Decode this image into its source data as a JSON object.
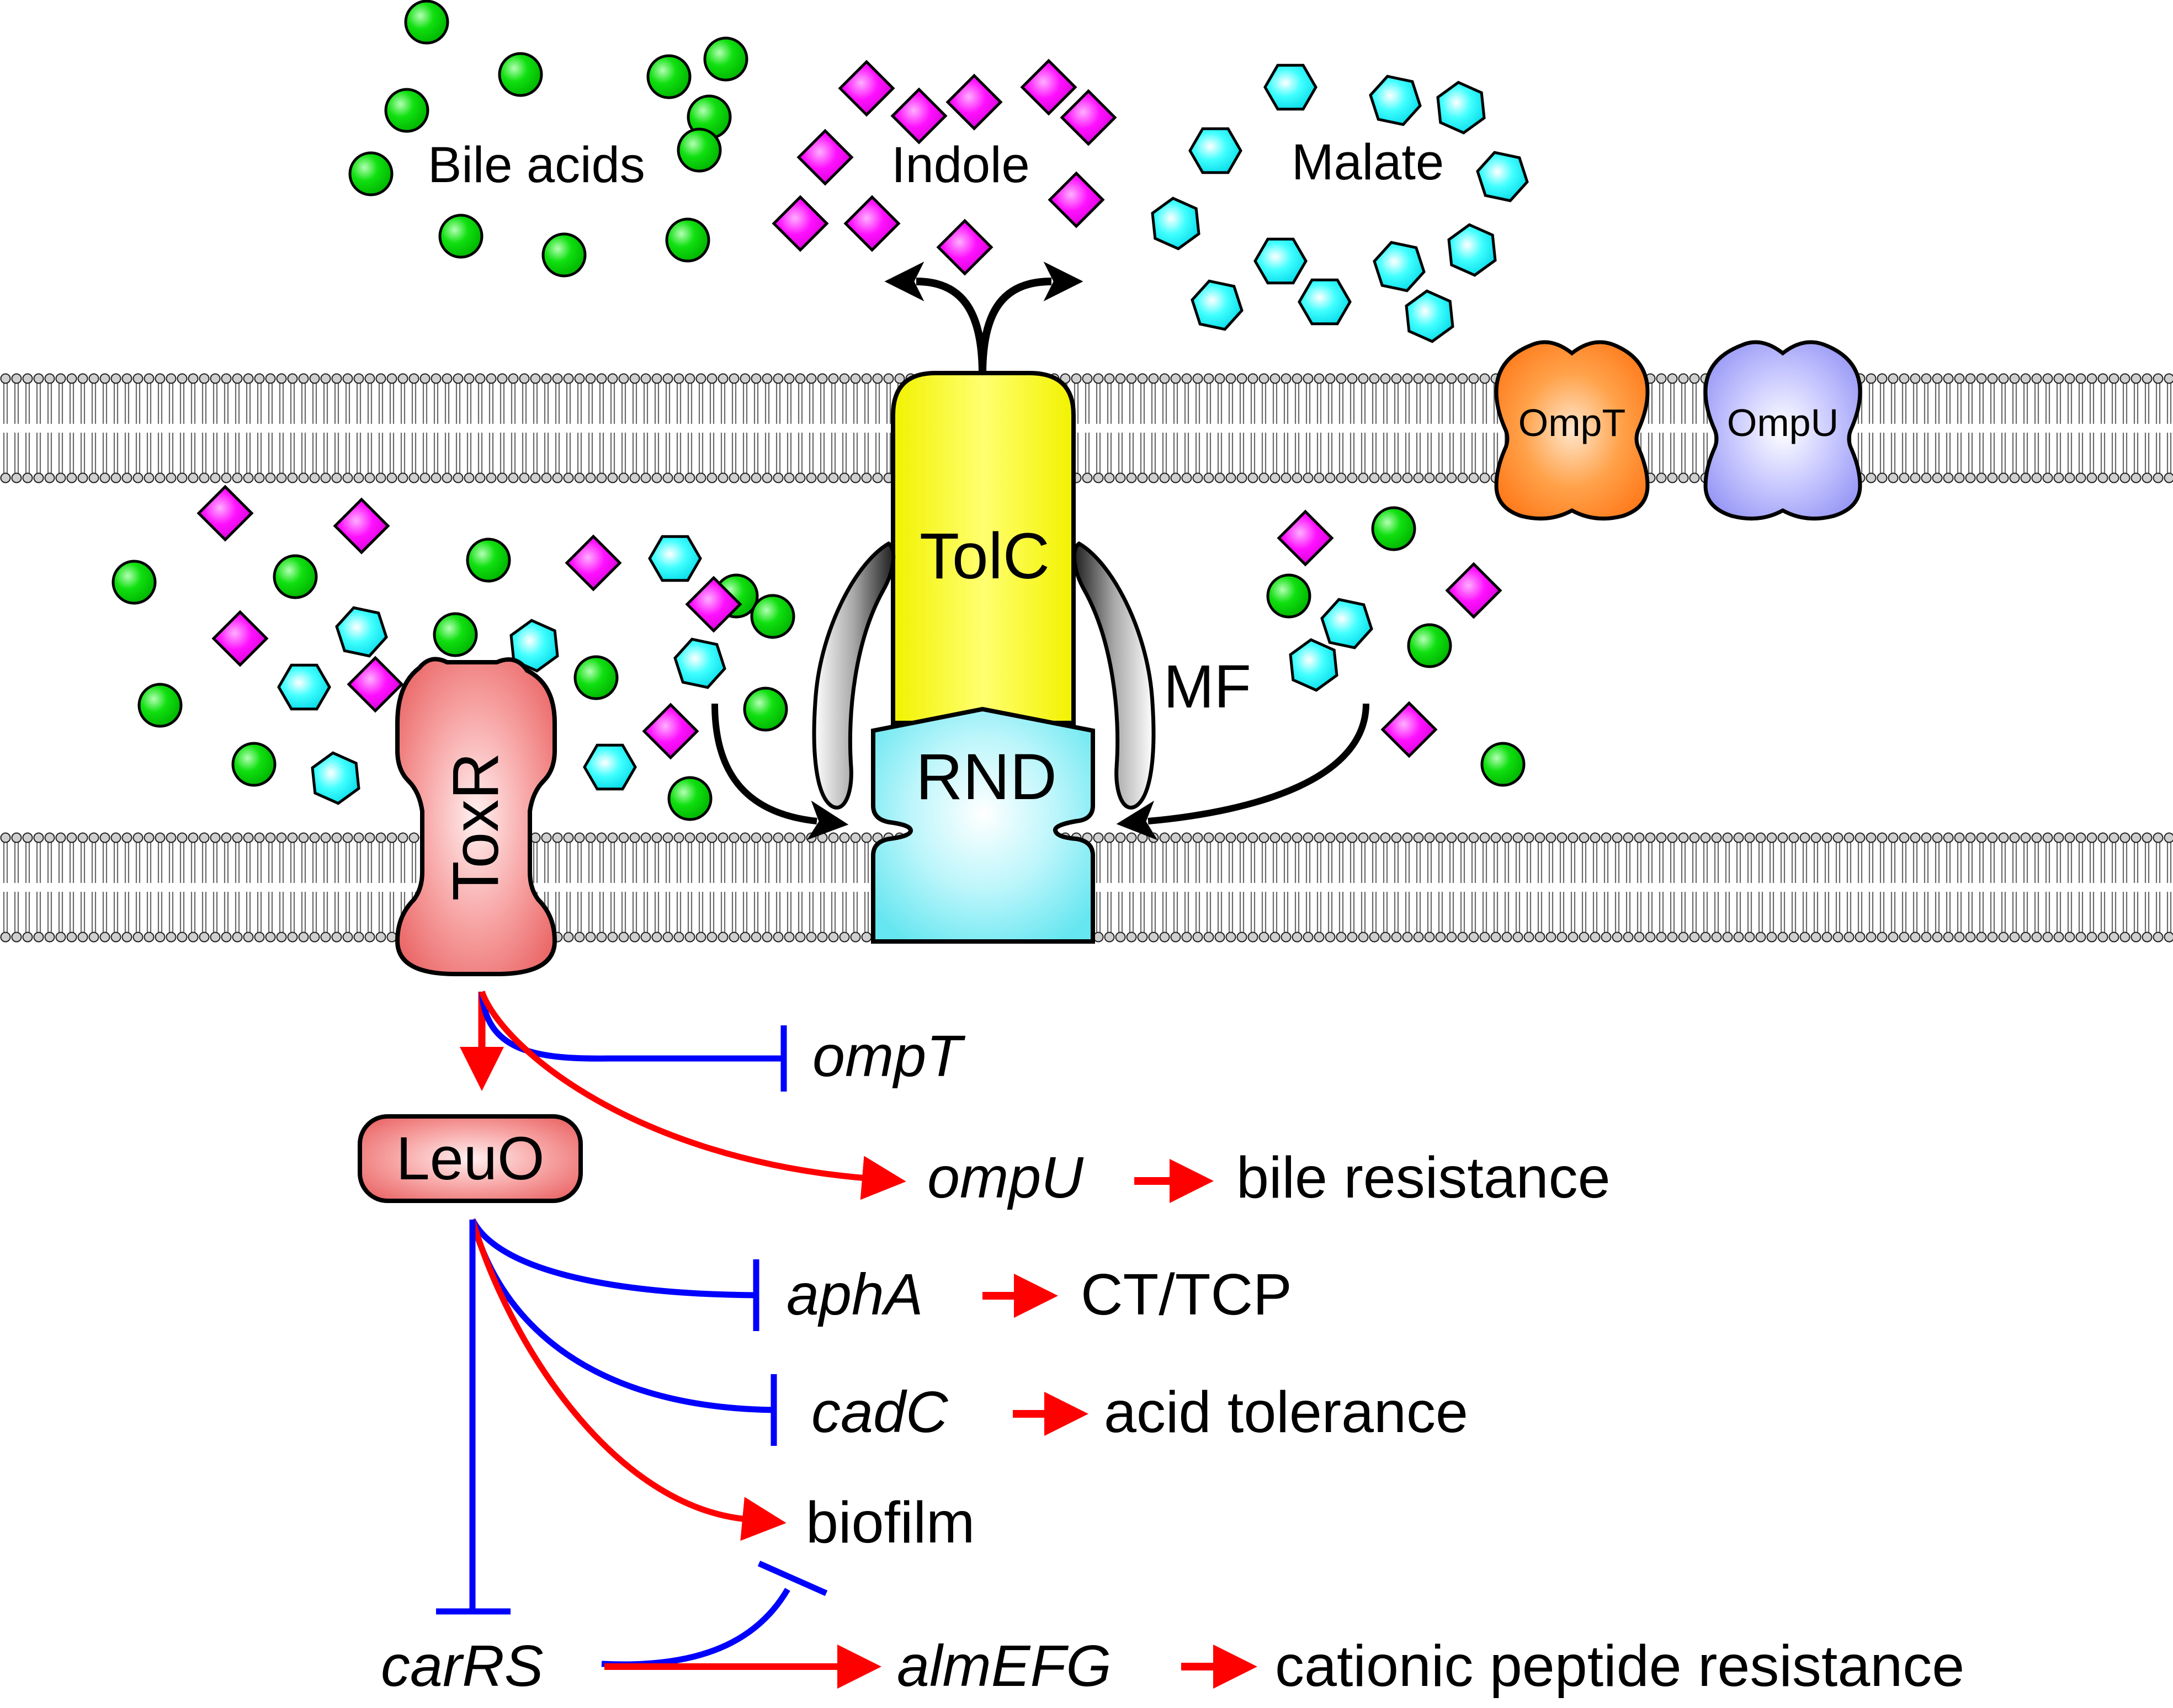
{
  "molecules": {
    "bile_acids_label": "Bile acids",
    "indole_label": "Indole",
    "malate_label": "Malate"
  },
  "proteins": {
    "tolc": "TolC",
    "rnd": "RND",
    "mf": "MF",
    "toxr": "ToxR",
    "leuo": "LeuO",
    "ompt": "OmpT",
    "ompu": "OmpU"
  },
  "genes": {
    "ompT": "ompT",
    "ompU": "ompU",
    "aphA": "aphA",
    "cadC": "cadC",
    "carRS": "carRS",
    "almEFG": "almEFG"
  },
  "outcomes": {
    "bile_resistance": "bile resistance",
    "ct_tcp": "CT/TCP",
    "acid_tolerance": "acid tolerance",
    "biofilm": "biofilm",
    "cationic_peptide_resistance": "cationic peptide resistance"
  },
  "colors": {
    "bile_acid": "#00e000",
    "indole": "#ff00ff",
    "malate": "#00ffff",
    "activation": "#ff0000",
    "repression": "#0000ff",
    "tolc": "#ffff00",
    "rnd": "#66e6f0",
    "toxr": "#f08080",
    "ompt": "#ff7f1e",
    "ompu": "#a0a0ff"
  }
}
